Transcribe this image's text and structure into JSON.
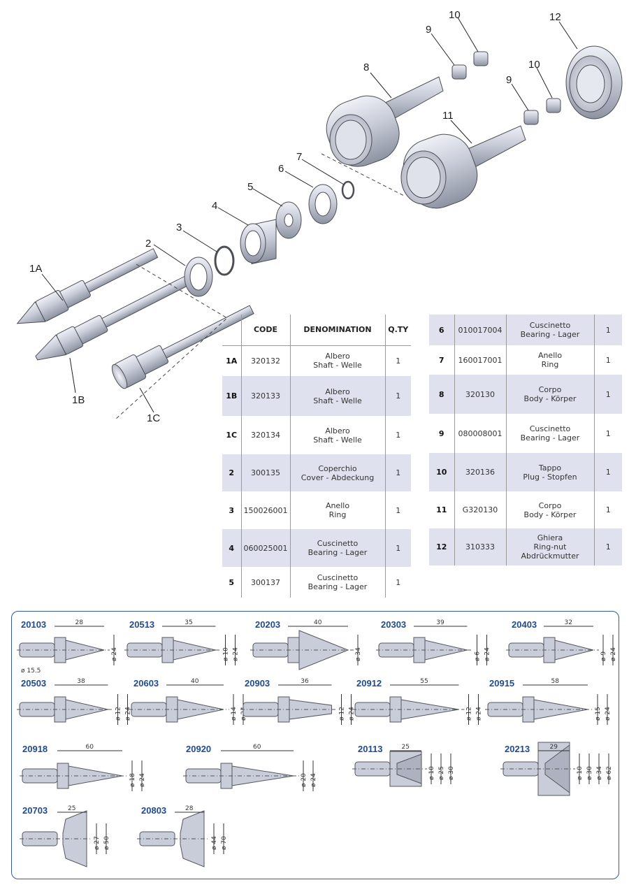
{
  "callouts": [
    "1A",
    "1B",
    "1C",
    "2",
    "3",
    "4",
    "5",
    "6",
    "7",
    "8",
    "9",
    "10",
    "11",
    "12",
    "9",
    "10"
  ],
  "table": {
    "headers": [
      "CODE",
      "DENOMINATION",
      "Q.TY"
    ],
    "left_rows": [
      {
        "num": "1A",
        "code": "320132",
        "name1": "Albero",
        "name2": "Shaft - Welle",
        "name3": "",
        "qty": "1",
        "shade": false
      },
      {
        "num": "1B",
        "code": "320133",
        "name1": "Albero",
        "name2": "Shaft - Welle",
        "name3": "",
        "qty": "1",
        "shade": true
      },
      {
        "num": "1C",
        "code": "320134",
        "name1": "Albero",
        "name2": "Shaft - Welle",
        "name3": "",
        "qty": "1",
        "shade": false
      },
      {
        "num": "2",
        "code": "300135",
        "name1": "Coperchio",
        "name2": "Cover - Abdeckung",
        "name3": "",
        "qty": "1",
        "shade": true
      },
      {
        "num": "3",
        "code": "150026001",
        "name1": "Anello",
        "name2": "Ring",
        "name3": "",
        "qty": "1",
        "shade": false
      },
      {
        "num": "4",
        "code": "060025001",
        "name1": "Cuscinetto",
        "name2": "Bearing - Lager",
        "name3": "",
        "qty": "1",
        "shade": true
      },
      {
        "num": "5",
        "code": "300137",
        "name1": "Cuscinetto",
        "name2": "Bearing - Lager",
        "name3": "",
        "qty": "1",
        "shade": false
      }
    ],
    "right_rows": [
      {
        "num": "6",
        "code": "010017004",
        "name1": "Cuscinetto",
        "name2": "Bearing - Lager",
        "name3": "",
        "qty": "1",
        "shade": true
      },
      {
        "num": "7",
        "code": "160017001",
        "name1": "Anello",
        "name2": "Ring",
        "name3": "",
        "qty": "1",
        "shade": false
      },
      {
        "num": "8",
        "code": "320130",
        "name1": "Corpo",
        "name2": "Body - Körper",
        "name3": "",
        "qty": "1",
        "shade": true
      },
      {
        "num": "9",
        "code": "080008001",
        "name1": "Cuscinetto",
        "name2": "Bearing - Lager",
        "name3": "",
        "qty": "1",
        "shade": false
      },
      {
        "num": "10",
        "code": "320136",
        "name1": "Tappo",
        "name2": "Plug - Stopfen",
        "name3": "",
        "qty": "1",
        "shade": true
      },
      {
        "num": "11",
        "code": "G320130",
        "name1": "Corpo",
        "name2": "Body - Körper",
        "name3": "",
        "qty": "1",
        "shade": false
      },
      {
        "num": "12",
        "code": "310333",
        "name1": "Ghiera",
        "name2": "Ring-nut",
        "name3": "Abdrückmutter",
        "qty": "1",
        "shade": true
      }
    ]
  },
  "variants": [
    {
      "code": "20103",
      "len": "28",
      "dia": [
        "ø 24"
      ],
      "extra": "ø 15.5"
    },
    {
      "code": "20513",
      "len": "35",
      "dia": [
        "ø 10",
        "ø 24"
      ]
    },
    {
      "code": "20203",
      "len": "40",
      "dia": [
        "ø 34"
      ]
    },
    {
      "code": "20303",
      "len": "39",
      "dia": [
        "ø 6",
        "ø 24"
      ]
    },
    {
      "code": "20403",
      "len": "32",
      "dia": [
        "ø 9",
        "ø 24"
      ]
    },
    {
      "code": "20503",
      "len": "38",
      "dia": [
        "ø 12",
        "ø 24"
      ]
    },
    {
      "code": "20603",
      "len": "40",
      "dia": [
        "ø 14",
        "ø 24"
      ]
    },
    {
      "code": "20903",
      "len": "36",
      "dia": [
        "ø 12",
        "ø 24"
      ]
    },
    {
      "code": "20912",
      "len": "55",
      "dia": [
        "ø 12",
        "ø 24"
      ]
    },
    {
      "code": "20915",
      "len": "58",
      "dia": [
        "ø 15",
        "ø 24"
      ]
    },
    {
      "code": "20918",
      "len": "60",
      "dia": [
        "ø 18",
        "ø 24"
      ]
    },
    {
      "code": "20920",
      "len": "60",
      "dia": [
        "ø 20",
        "ø 24"
      ]
    },
    {
      "code": "20113",
      "len": "25",
      "dia": [
        "ø 10",
        "ø 25",
        "ø 30"
      ]
    },
    {
      "code": "20213",
      "len": "29",
      "dia": [
        "ø 10",
        "ø 30",
        "ø 34",
        "ø 62"
      ]
    },
    {
      "code": "20703",
      "len": "25",
      "dia": [
        "ø 27",
        "ø 50"
      ]
    },
    {
      "code": "20803",
      "len": "28",
      "dia": [
        "ø 44",
        "ø 70"
      ]
    }
  ],
  "colors": {
    "part_fill": "#c9cdd9",
    "part_stroke": "#55575e",
    "accent": "#2f5a9e",
    "row_shade": "#dfe1ee"
  }
}
